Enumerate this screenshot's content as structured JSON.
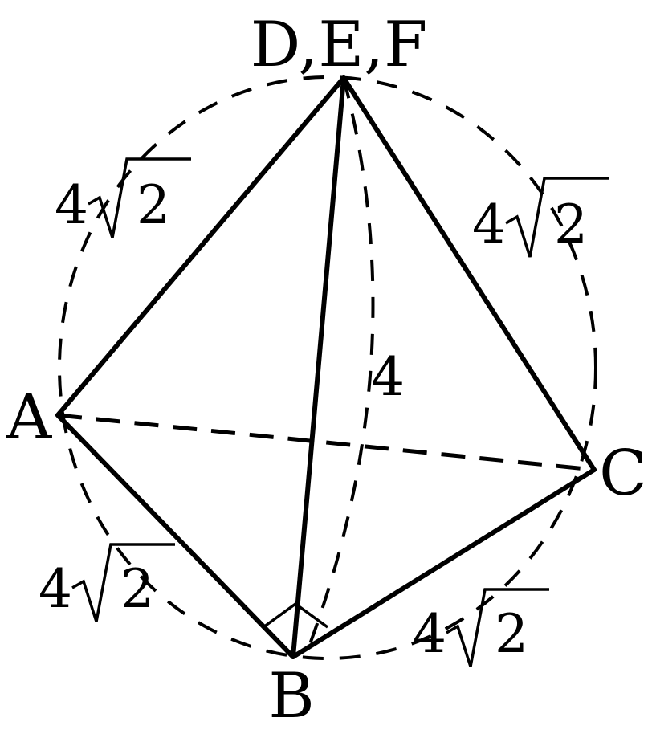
{
  "vertices": {
    "top": "D,E,F",
    "a": "A",
    "b": "B",
    "c": "C"
  },
  "edge_labels": {
    "da": "4",
    "dc": "4",
    "ab": "4",
    "bc": "4",
    "db": "4"
  },
  "radicand": "2"
}
